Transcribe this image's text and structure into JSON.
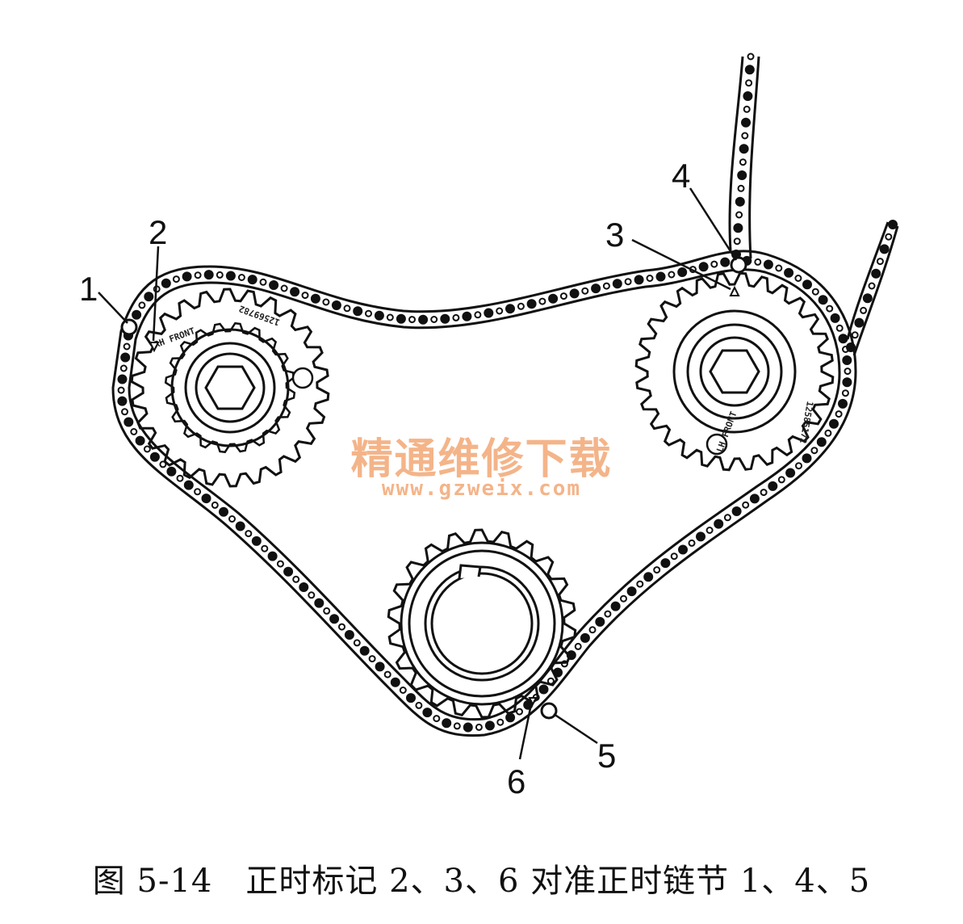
{
  "figure": {
    "caption": "图 5-14　正时标记 2、3、6 对准正时链节 1、4、5"
  },
  "callouts": [
    "1",
    "2",
    "3",
    "4",
    "5",
    "6"
  ],
  "sprockets": {
    "left_cam": {
      "label_front": "RH FRONT",
      "part_number": "12569782"
    },
    "right_cam": {
      "label_front": "LH FRONT",
      "part_number": "12585172"
    }
  },
  "watermark": {
    "brand": "精通维修下载",
    "url": "www.gzweix.com",
    "color": "#f4b489"
  }
}
